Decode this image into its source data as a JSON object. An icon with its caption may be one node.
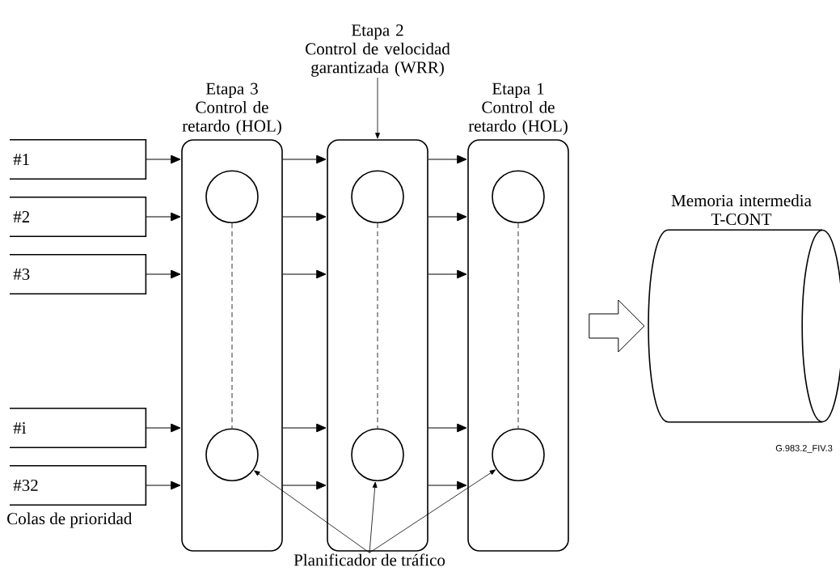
{
  "diagram": {
    "nodes": [
      {
        "text": [
          "Etapa 2",
          "Control de velocidad garantizada (WRR)"
        ]
      },
      {
        "text": [
          "#1"
        ]
      },
      {
        "text": [
          "#2"
        ]
      },
      {
        "text": [
          "#3"
        ]
      },
      {
        "text": [
          "#i"
        ]
      },
      {
        "text": [
          "#32"
        ]
      },
      {
        "text": [
          "Etapa 3",
          "Control de retardo (HOL)"
        ]
      },
      {
        "text": [],
        "shape": "circle",
        "in": 6
      },
      {
        "text": [],
        "shape": "circle",
        "in": 6
      },
      {
        "text": [],
        "shape": "box"
      },
      {
        "text": [],
        "shape": "circle",
        "in": 9
      },
      {
        "text": [],
        "shape": "circle",
        "in": 9
      },
      {
        "text": [
          "Etapa 1",
          "Control de retardo (HOL)"
        ]
      },
      {
        "text": [],
        "shape": "circle",
        "in": 12
      },
      {
        "text": [],
        "shape": "circle",
        "in": 12
      },
      {
        "text": [
          "Memoria intermedia T-CONT"
        ]
      },
      {
        "text": [
          "Planificador de tráfico"
        ]
      }
    ],
    "edges": [
      {
        "from": 1,
        "to": 6,
        "arrow": "to"
      },
      {
        "from": 2,
        "to": 6,
        "arrow": "to"
      },
      {
        "from": 3,
        "to": 6,
        "arrow": "to"
      },
      {
        "from": 4,
        "to": 6,
        "arrow": "to"
      },
      {
        "from": 5,
        "to": 6,
        "arrow": "to"
      },
      {
        "from": 6,
        "to": 9,
        "arrow": "to"
      },
      {
        "from": 6,
        "to": 9,
        "arrow": "to"
      },
      {
        "from": 6,
        "to": 9,
        "arrow": "to"
      },
      {
        "from": 6,
        "to": 9,
        "arrow": "to"
      },
      {
        "from": 6,
        "to": 9,
        "arrow": "to"
      },
      {
        "from": 9,
        "to": 12,
        "arrow": "to"
      },
      {
        "from": 9,
        "to": 12,
        "arrow": "to"
      },
      {
        "from": 9,
        "to": 12,
        "arrow": "to"
      },
      {
        "from": 9,
        "to": 12,
        "arrow": "to"
      },
      {
        "from": 9,
        "to": 12,
        "arrow": "to"
      },
      {
        "from": 7,
        "to": 8,
        "arrow": "none",
        "style": "dashed"
      },
      {
        "from": 10,
        "to": 11,
        "arrow": "none",
        "style": "dashed"
      },
      {
        "from": 13,
        "to": 14,
        "arrow": "none",
        "style": "dashed"
      },
      {
        "from": 0,
        "to": 9,
        "arrow": "to"
      },
      {
        "from": 16,
        "to": 8,
        "arrow": "to"
      },
      {
        "from": 16,
        "to": 11,
        "arrow": "to"
      },
      {
        "from": 16,
        "to": 14,
        "arrow": "to"
      },
      {
        "from": 12,
        "to": 15,
        "arrow": "to"
      }
    ],
    "labels": [
      "Colas de prioridad",
      "G.983.2_FIV.3"
    ]
  }
}
